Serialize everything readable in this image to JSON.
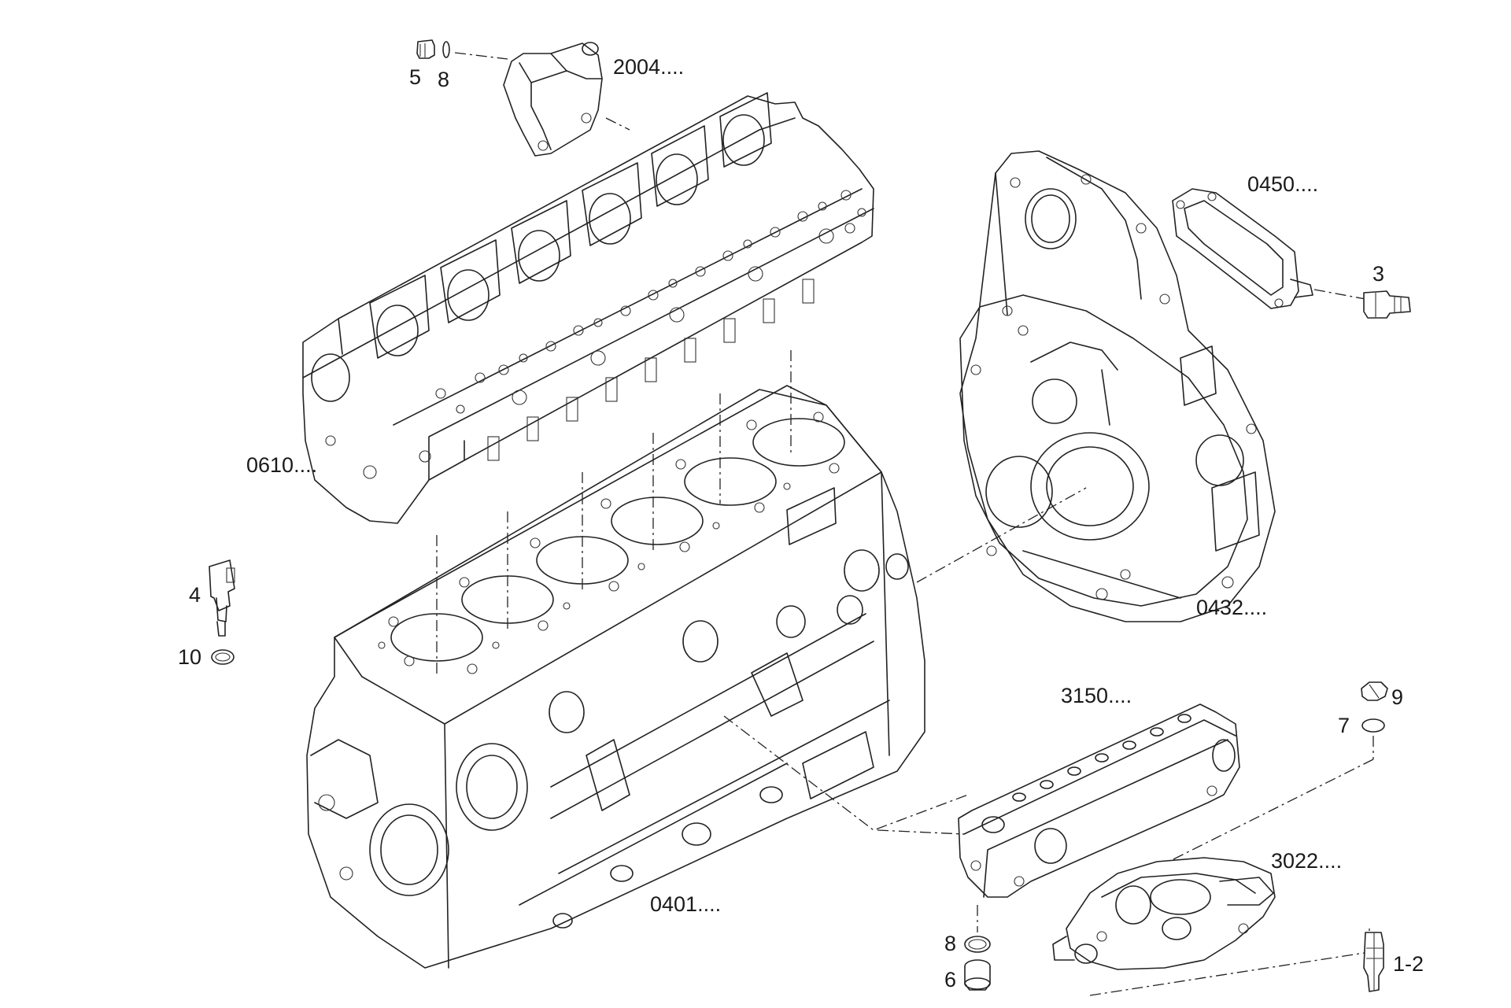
{
  "diagram": {
    "labels": {
      "l_2004": "2004....",
      "l_5": "5",
      "l_8_top": "8",
      "l_0450": "0450....",
      "l_3": "3",
      "l_0610": "0610....",
      "l_4": "4",
      "l_10": "10",
      "l_0432": "0432....",
      "l_3150": "3150....",
      "l_9": "9",
      "l_7": "7",
      "l_3022": "3022....",
      "l_8_bottom": "8",
      "l_6": "6",
      "l_0401": "0401....",
      "l_1_2": "1-2"
    }
  }
}
